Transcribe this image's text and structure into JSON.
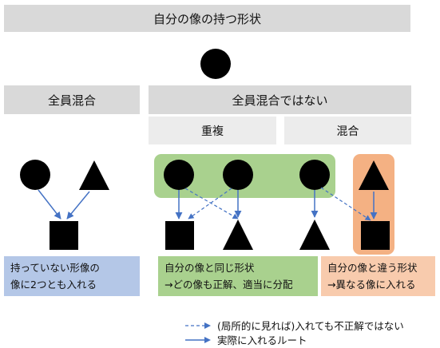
{
  "title": "自分の像の持つ形状",
  "headers": {
    "all_mixed": "全員混合",
    "not_all_mixed": "全員混合ではない",
    "duplicate": "重複",
    "mixed": "混合"
  },
  "notes": {
    "left": [
      "持っていない形像の",
      "像に2つとも入れる"
    ],
    "middle": [
      "自分の像と同じ形状",
      "→どの像も正解、適当に分配"
    ],
    "right": [
      "自分の像と違う形状",
      "→異なる像に入れる"
    ]
  },
  "legend": {
    "dashed": "(局所的に見れば)入れても不正解ではない",
    "solid": "実際に入れるルート"
  },
  "colors": {
    "header_gray": "#d9d9d9",
    "subheader_gray": "#ececec",
    "green_highlight": "#a9d18e",
    "orange_highlight": "#f4b183",
    "blue_note": "#b4c7e7",
    "green_note": "#a9d18e",
    "orange_note": "#f8cbad",
    "arrow_blue": "#4472c4"
  },
  "icons": {
    "own_shape": "black-circle",
    "top_shapes": [
      "circle",
      "triangle",
      "circle",
      "circle",
      "circle",
      "triangle"
    ],
    "bottom_shapes": [
      "square",
      "square",
      "triangle",
      "triangle",
      "square"
    ]
  }
}
